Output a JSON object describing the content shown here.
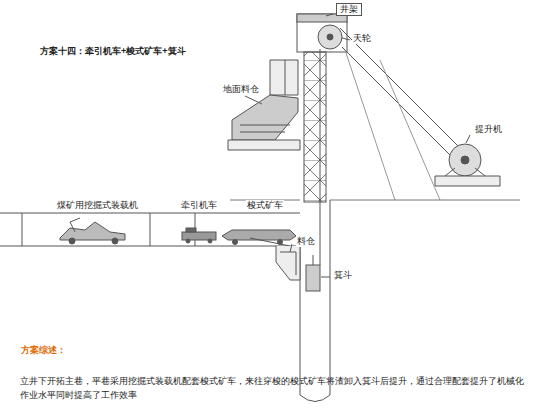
{
  "diagram": {
    "title": "方案十四：牵引机车+梭式矿车+箕斗",
    "labels": [
      "井架",
      "天轮",
      "地面料仓",
      "提升机",
      "煤矿用挖掘式装载机",
      "牵引机车",
      "梭式矿车",
      "料仓",
      "箕斗",
      "方案综述：",
      "立井下开拓主巷，平巷采用挖掘式装载机配套梭式矿车，来往穿梭的梭式矿车将渣卸入箕斗后提升，通过合理配套提升了机械化作业水平同时提高了工作效率"
    ]
  }
}
